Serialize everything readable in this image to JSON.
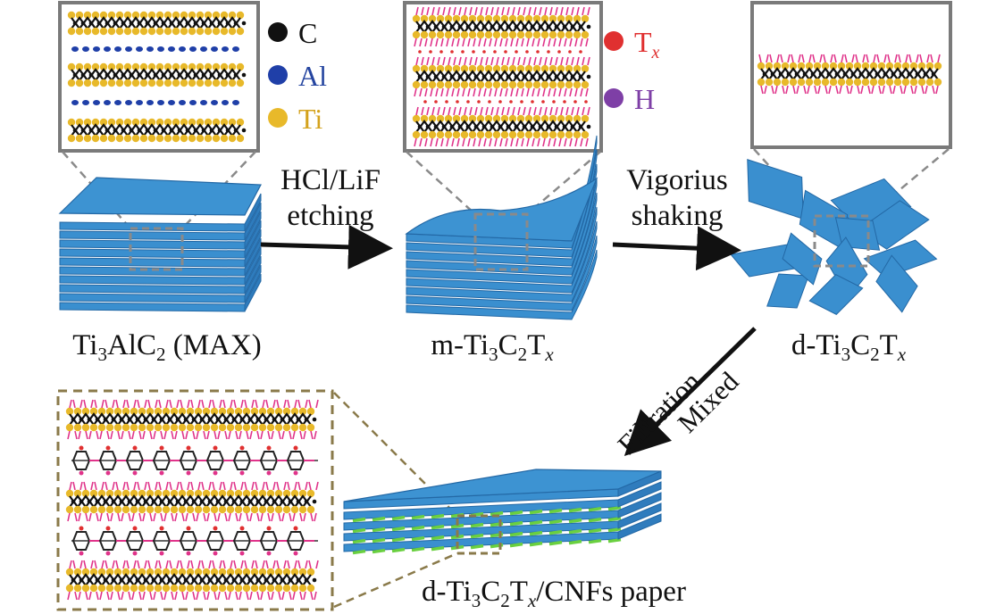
{
  "colors": {
    "sheet_blue": "#3a8fcf",
    "sheet_edge": "#2368a5",
    "carbon": "#111111",
    "aluminum": "#1f3fa8",
    "titanium": "#e8b92a",
    "terminal": "#e03030",
    "hydrogen": "#7e3fa6",
    "bond_pink": "#e0338a",
    "cnf_green": "#6ad040",
    "frame_gray": "#808080",
    "dash_olive": "#8a7a4a"
  },
  "legend_left": [
    {
      "key": "C",
      "color": "#111111",
      "text_color": "#111111"
    },
    {
      "key": "Al",
      "color": "#1f3fa8",
      "text_color": "#2545a0"
    },
    {
      "key": "Ti",
      "color": "#e8b92a",
      "text_color": "#d4a21c"
    }
  ],
  "legend_mid": [
    {
      "key_main": "T",
      "key_sub": "x",
      "color": "#e03030"
    },
    {
      "key_main": "H",
      "key_sub": "",
      "color": "#7e3fa6"
    }
  ],
  "steps": {
    "etch_line1": "HCl/LiF",
    "etch_line2": "etching",
    "shake_line1": "Vigorius",
    "shake_line2": "shaking",
    "filtration": "Filtration",
    "mixed": "Mixed"
  },
  "labels": {
    "max": {
      "a": "Ti",
      "b": "3",
      "c": "AlC",
      "d": "2",
      "e": " (MAX)"
    },
    "m": {
      "a": "m-Ti",
      "b": "3",
      "c": "C",
      "d": "2",
      "e": "T",
      "f": "x"
    },
    "d": {
      "a": "d-Ti",
      "b": "3",
      "c": "C",
      "d": "2",
      "e": "T",
      "f": "x"
    },
    "paper": {
      "a": "d-Ti",
      "b": "3",
      "c": "C",
      "d": "2",
      "e": "T",
      "f": "x",
      "g": "/CNFs paper"
    }
  }
}
